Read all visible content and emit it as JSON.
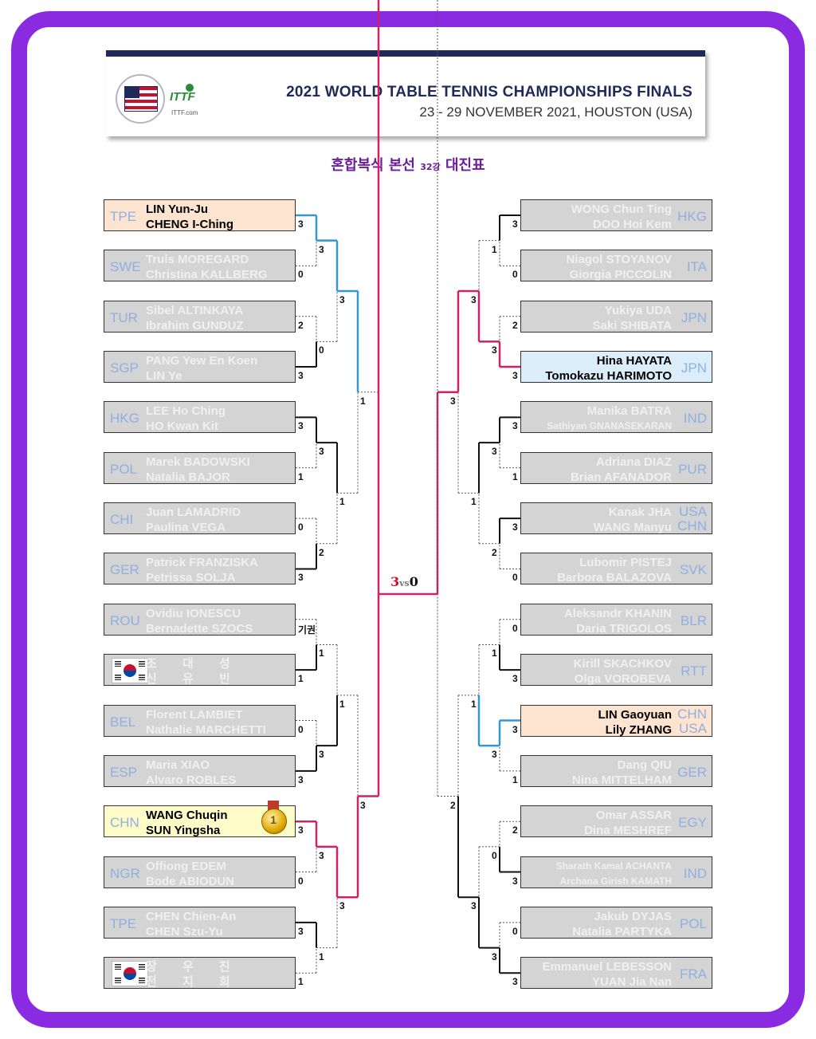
{
  "header": {
    "title": "2021 WORLD TABLE TENNIS CHAMPIONSHIPS FINALS",
    "subtitle": "23 - 29 NOVEMBER 2021, HOUSTON (USA)",
    "logo_text": "ITTF",
    "logo_sub": "ITTF.com"
  },
  "page_title": {
    "main": "혼합복식 본선 ",
    "small": "32강",
    "end": " 대진표"
  },
  "colors": {
    "frame": "#8a2be2",
    "blue_path": "#3399cc",
    "red_path": "#cc2266"
  },
  "final": {
    "score_a": "3",
    "vs": "vs",
    "score_b": "0"
  },
  "left_teams": [
    {
      "code": "TPE",
      "p1": "LIN Yun-Ju",
      "p2": "CHENG I-Ching",
      "hl": "orange"
    },
    {
      "code": "SWE",
      "p1": "Truls MOREGARD",
      "p2": "Christina KALLBERG"
    },
    {
      "code": "TUR",
      "p1": "Sibel ALTINKAYA",
      "p2": "Ibrahim GUNDUZ"
    },
    {
      "code": "SGP",
      "p1": "PANG Yew En Koen",
      "p2": "LIN Ye"
    },
    {
      "code": "HKG",
      "p1": "LEE Ho Ching",
      "p2": "HO Kwan Kit"
    },
    {
      "code": "POL",
      "p1": "Marek BADOWSKI",
      "p2": "Natalia BAJOR"
    },
    {
      "code": "CHI",
      "p1": "Juan LAMADRID",
      "p2": "Paulina VEGA"
    },
    {
      "code": "GER",
      "p1": "Patrick FRANZISKA",
      "p2": "Petrissa SOLJA"
    },
    {
      "code": "ROU",
      "p1": "Ovidiu IONESCU",
      "p2": "Bernadette SZOCS"
    },
    {
      "code": "",
      "p1": "조 대 성",
      "p2": "신 유 빈",
      "flag": "korea"
    },
    {
      "code": "BEL",
      "p1": "Florent LAMBIET",
      "p2": "Nathalie MARCHETTI"
    },
    {
      "code": "ESP",
      "p1": "Maria XIAO",
      "p2": "Alvaro ROBLES"
    },
    {
      "code": "CHN",
      "p1": "WANG Chuqin",
      "p2": "SUN Yingsha",
      "hl": "yellow",
      "medal": "1"
    },
    {
      "code": "NGR",
      "p1": "Offiong EDEM",
      "p2": "Bode ABIODUN"
    },
    {
      "code": "TPE",
      "p1": "CHEN Chien-An",
      "p2": "CHEN Szu-Yu"
    },
    {
      "code": "",
      "p1": "장 우 진",
      "p2": "전 지 희",
      "flag": "korea"
    }
  ],
  "right_teams": [
    {
      "code": "HKG",
      "p1": "WONG Chun Ting",
      "p2": "DOO Hoi Kem"
    },
    {
      "code": "ITA",
      "p1": "Niagol STOYANOV",
      "p2": "Giorgia PICCOLIN"
    },
    {
      "code": "JPN",
      "p1": "Yukiya UDA",
      "p2": "Saki SHIBATA"
    },
    {
      "code": "JPN",
      "p1": "Hina HAYATA",
      "p2": "Tomokazu HARIMOTO",
      "hl": "blue"
    },
    {
      "code": "IND",
      "p1": "Manika BATRA",
      "p2": "Sathiyan GNANASEKARAN",
      "small2": true
    },
    {
      "code": "PUR",
      "p1": "Adriana DIAZ",
      "p2": "Brian AFANADOR"
    },
    {
      "code": "USA",
      "code2": "CHN",
      "p1": "Kanak JHA",
      "p2": "WANG Manyu"
    },
    {
      "code": "SVK",
      "p1": "Lubomir PISTEJ",
      "p2": "Barbora BALAZOVA"
    },
    {
      "code": "BLR",
      "p1": "Aleksandr KHANIN",
      "p2": "Daria TRIGOLOS"
    },
    {
      "code": "RTT",
      "p1": "Kirill SKACHKOV",
      "p2": "Olga VOROBEVA"
    },
    {
      "code": "CHN",
      "code2": "USA",
      "p1": "LIN Gaoyuan",
      "p2": "Lily ZHANG",
      "hl": "orange"
    },
    {
      "code": "GER",
      "p1": "Dang QIU",
      "p2": "Nina MITTELHAM"
    },
    {
      "code": "EGY",
      "p1": "Omar ASSAR",
      "p2": "Dina MESHREF"
    },
    {
      "code": "IND",
      "p1": "Sharath Kamal ACHANTA",
      "p2": "Archana Girish KAMATH",
      "small1": true,
      "small2": true
    },
    {
      "code": "POL",
      "p1": "Jakub DYJAS",
      "p2": "Natalia PARTYKA"
    },
    {
      "code": "FRA",
      "p1": "Emmanuel LEBESSON",
      "p2": "YUAN Jia Nan"
    }
  ],
  "left_scores": {
    "r1": [
      "3",
      "0",
      "2",
      "3",
      "3",
      "1",
      "0",
      "3",
      "기권",
      "1",
      "0",
      "3",
      "3",
      "0",
      "3",
      "1"
    ],
    "r2": [
      "3",
      "0",
      "3",
      "2",
      "1",
      "3",
      "3",
      "1"
    ],
    "r3": [
      "3",
      "1",
      "1",
      "3"
    ],
    "r4": [
      "1",
      "3"
    ]
  },
  "right_scores": {
    "r1": [
      "3",
      "0",
      "2",
      "3",
      "3",
      "1",
      "3",
      "0",
      "0",
      "3",
      "3",
      "1",
      "2",
      "3",
      "0",
      "3"
    ],
    "r2": [
      "1",
      "3",
      "3",
      "2",
      "1",
      "3",
      "0",
      "3"
    ],
    "r3": [
      "3",
      "1",
      "1",
      "3"
    ],
    "r4": [
      "3",
      "2"
    ]
  }
}
